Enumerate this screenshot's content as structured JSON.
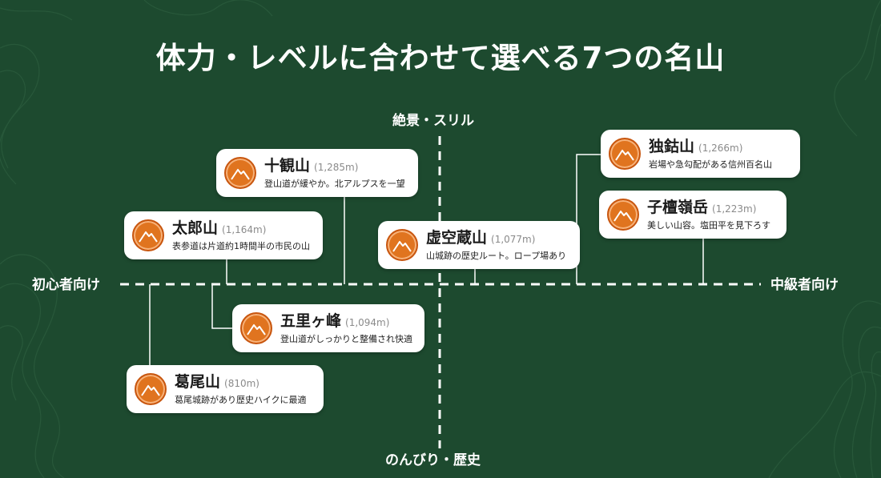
{
  "title": "体力・レベルに合わせて選べる7つの名山",
  "axes": {
    "top": "絶景・スリル",
    "bottom": "のんびり・歴史",
    "left": "初心者向け",
    "right": "中級者向け"
  },
  "colors": {
    "background": "#1d4a2f",
    "axis": "#ffffff",
    "card": "#ffffff",
    "icon": "#e0741f",
    "connector": "#ffffff"
  },
  "mountains": [
    {
      "name": "十観山",
      "elevation": "(1,285m)",
      "description": "登山道が緩やか。北アルプスを一望",
      "icon": "mountain-icon"
    },
    {
      "name": "太郎山",
      "elevation": "(1,164m)",
      "description": "表参道は片道約1時間半の市民の山",
      "icon": "mountain-icon"
    },
    {
      "name": "虚空蔵山",
      "elevation": "(1,077m)",
      "description": "山城跡の歴史ルート。ロープ場あり",
      "icon": "mountain-icon"
    },
    {
      "name": "独鈷山",
      "elevation": "(1,266m)",
      "description": "岩場や急勾配がある信州百名山",
      "icon": "mountain-icon"
    },
    {
      "name": "子檀嶺岳",
      "elevation": "(1,223m)",
      "description": "美しい山容。塩田平を見下ろす",
      "icon": "mountain-icon"
    },
    {
      "name": "五里ヶ峰",
      "elevation": "(1,094m)",
      "description": "登山道がしっかりと整備され快適",
      "icon": "mountain-icon"
    },
    {
      "name": "葛尾山",
      "elevation": "(810m)",
      "description": "葛尾城跡があり歴史ハイクに最適",
      "icon": "mountain-icon"
    }
  ]
}
